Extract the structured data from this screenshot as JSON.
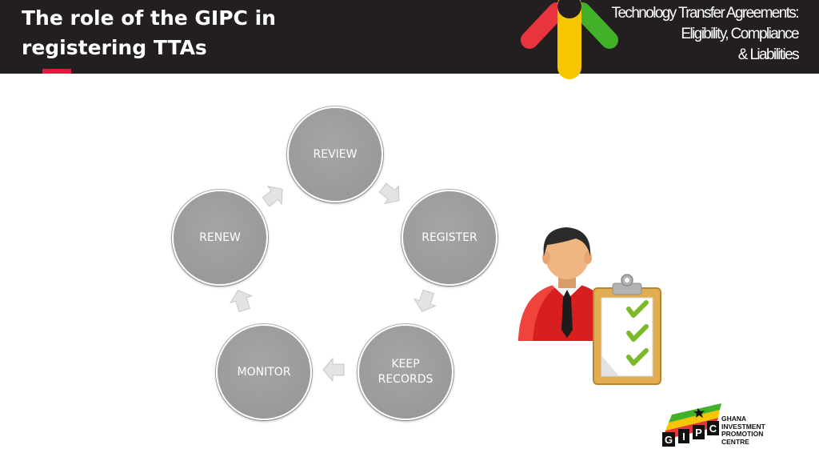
{
  "header": {
    "title_line1": "The role of the GIPC in",
    "title_line2": "registering TTAs",
    "brand_line1": "Technology Transfer Agreements:",
    "brand_line2": "Eligibility, Compliance",
    "brand_line3": "& Liabilities"
  },
  "cycle": {
    "nodes": [
      {
        "line1": "REVIEW",
        "line2": ""
      },
      {
        "line1": "REGISTER",
        "line2": ""
      },
      {
        "line1": "KEEP",
        "line2": "RECORDS"
      },
      {
        "line1": "MONITOR",
        "line2": ""
      },
      {
        "line1": "RENEW",
        "line2": ""
      }
    ]
  },
  "footer_logo": {
    "letters": [
      "G",
      "I",
      "P",
      "C"
    ],
    "name_line1": "GHANA",
    "name_line2": "INVESTMENT",
    "name_line3": "PROMOTION",
    "name_line4": "CENTRE"
  },
  "colors": {
    "header_bg": "#231f20",
    "accent": "#e8173d",
    "node_fill": "#9e9e9e",
    "arrow_fill": "#e3e3e3",
    "logo_red": "#e8343c",
    "logo_yellow": "#f8c600",
    "logo_green": "#43b02a",
    "check_green": "#7ab929"
  },
  "icons": {
    "logo_arrow": "up-arrow-logo-icon",
    "person": "businessman-icon",
    "clipboard": "checklist-clipboard-icon",
    "cycle_arrow": "chevron-arrow-icon"
  }
}
